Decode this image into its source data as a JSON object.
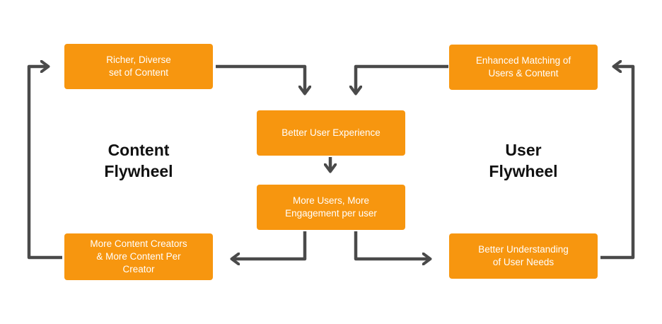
{
  "colors": {
    "box_fill": "#F7960F",
    "box_text": "#FFFFFF",
    "arrow": "#4A4A4A",
    "label_text": "#111111"
  },
  "nodes": {
    "richer_content": "Richer, Diverse\nset of Content",
    "enhanced_matching": "Enhanced Matching of\nUsers & Content",
    "better_experience": "Better User Experience",
    "more_users": "More Users, More\nEngagement per user",
    "more_creators": "More Content Creators\n& More Content Per\nCreator",
    "better_understanding": "Better Understanding\nof User Needs"
  },
  "labels": {
    "content_flywheel": "Content\nFlywheel",
    "user_flywheel": "User\nFlywheel"
  },
  "edges": [
    {
      "from": "richer_content",
      "to": "better_experience"
    },
    {
      "from": "enhanced_matching",
      "to": "better_experience"
    },
    {
      "from": "better_experience",
      "to": "more_users"
    },
    {
      "from": "more_users",
      "to": "more_creators"
    },
    {
      "from": "more_users",
      "to": "better_understanding"
    },
    {
      "from": "more_creators",
      "to": "richer_content"
    },
    {
      "from": "better_understanding",
      "to": "enhanced_matching"
    }
  ]
}
